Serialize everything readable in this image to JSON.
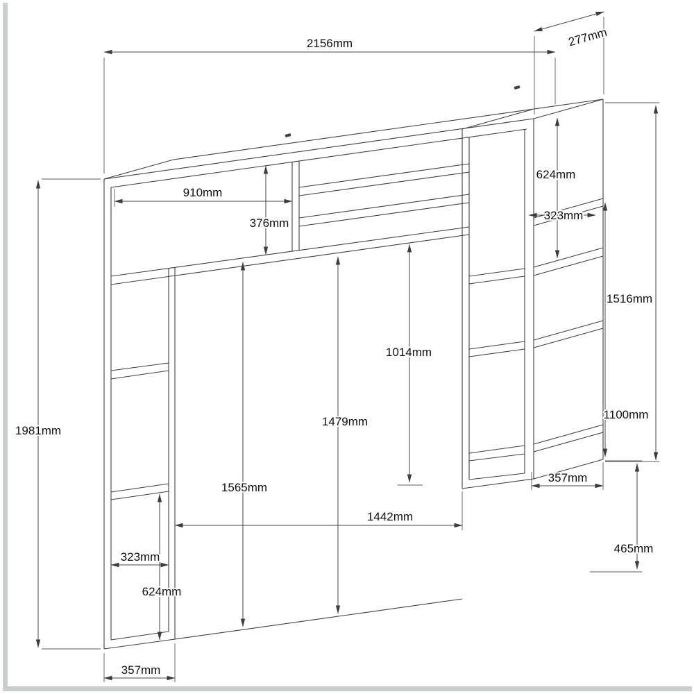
{
  "diagram": {
    "type": "technical-dimension-drawing",
    "subject": "over-bed bridging wardrobe unit",
    "unit": "mm",
    "colors": {
      "line": "#3f3f3f",
      "dim_text": "#101010",
      "frame": "#c9cecf",
      "background": "#ffffff"
    },
    "labels": {
      "total_width": "2156mm",
      "depth": "277mm",
      "bridge_shelf_width": "910mm",
      "bridge_interior_height": "376mm",
      "right_top_shelf_spacing": "624mm",
      "right_interior_width": "323mm",
      "right_column_height": "1516mm",
      "right_lower_interior": "1100mm",
      "center_upper_height": "1014mm",
      "front_opening_height": "1479mm",
      "opening_height": "1565mm",
      "total_height": "1981mm",
      "opening_width": "1442mm",
      "right_column_width": "357mm",
      "floor_clearance": "465mm",
      "left_interior_width": "323mm",
      "left_bottom_shelf_spacing": "624mm",
      "left_column_width": "357mm"
    }
  }
}
